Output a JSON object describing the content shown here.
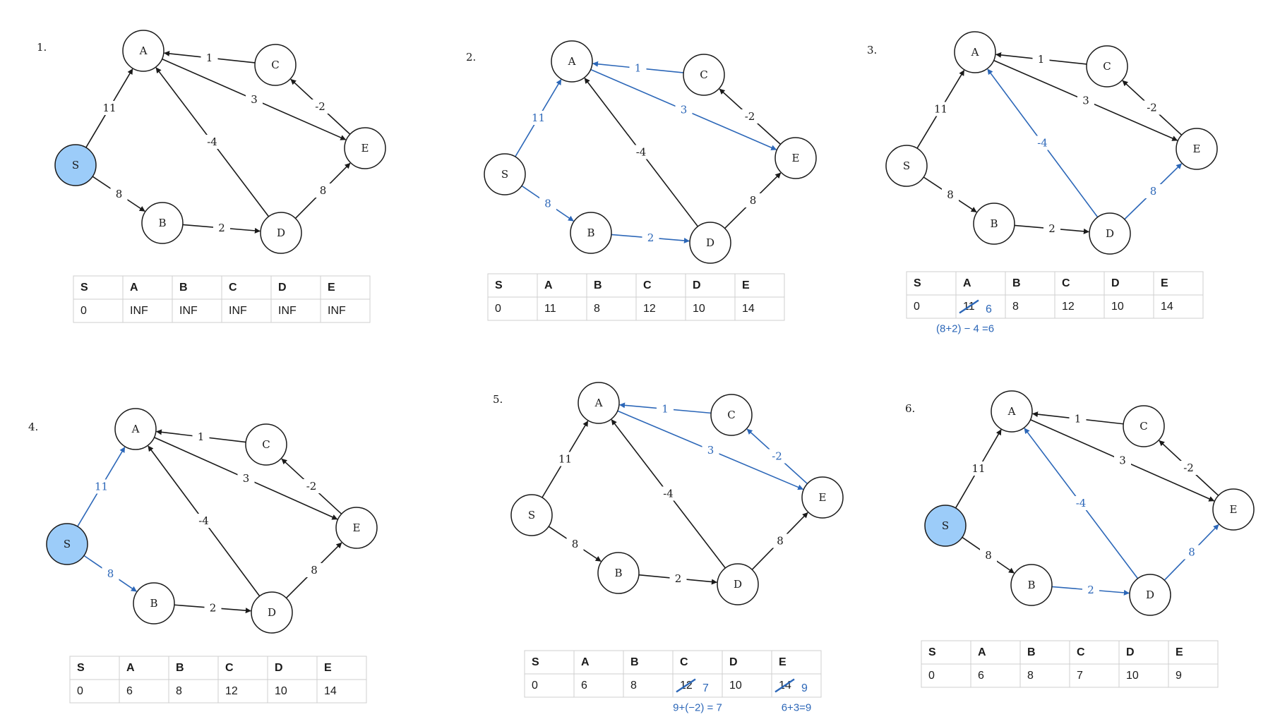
{
  "colors": {
    "black": "#1a1a1a",
    "blue": "#2c67b8",
    "node_fill": "#ffffff",
    "highlight": "#9cccf9",
    "grid": "#cfcfcf"
  },
  "panels": [
    {
      "number": "1.",
      "highlight_nodes": [
        "S"
      ],
      "blue_edges": [],
      "table": {
        "headers": [
          "S",
          "A",
          "B",
          "C",
          "D",
          "E"
        ],
        "values": [
          "0",
          "INF",
          "INF",
          "INF",
          "INF",
          "INF"
        ]
      },
      "strikes": [],
      "annotations": []
    },
    {
      "number": "2.",
      "highlight_nodes": [],
      "blue_edges": [
        "S-A",
        "S-B",
        "B-D",
        "C-A",
        "A-E"
      ],
      "table": {
        "headers": [
          "S",
          "A",
          "B",
          "C",
          "D",
          "E"
        ],
        "values": [
          "0",
          "11",
          "8",
          "12",
          "10",
          "14"
        ]
      },
      "strikes": [],
      "annotations": []
    },
    {
      "number": "3.",
      "highlight_nodes": [],
      "blue_edges": [
        "D-A",
        "D-E"
      ],
      "table": {
        "headers": [
          "S",
          "A",
          "B",
          "C",
          "D",
          "E"
        ],
        "values": [
          "0",
          "11",
          "8",
          "12",
          "10",
          "14"
        ]
      },
      "strikes": [
        {
          "col": 1,
          "new_value": "6"
        }
      ],
      "annotations": [
        {
          "text": "(8+2) − 4 =6",
          "col": 1,
          "align": "left"
        }
      ]
    },
    {
      "number": "4.",
      "highlight_nodes": [
        "S"
      ],
      "blue_edges": [
        "S-A",
        "S-B"
      ],
      "table": {
        "headers": [
          "S",
          "A",
          "B",
          "C",
          "D",
          "E"
        ],
        "values": [
          "0",
          "6",
          "8",
          "12",
          "10",
          "14"
        ]
      },
      "strikes": [],
      "annotations": []
    },
    {
      "number": "5.",
      "highlight_nodes": [],
      "blue_edges": [
        "C-A",
        "A-E",
        "E-C"
      ],
      "table": {
        "headers": [
          "S",
          "A",
          "B",
          "C",
          "D",
          "E"
        ],
        "values": [
          "0",
          "6",
          "8",
          "12",
          "10",
          "14"
        ]
      },
      "strikes": [
        {
          "col": 3,
          "new_value": "7"
        },
        {
          "col": 5,
          "new_value": "9"
        }
      ],
      "annotations": [
        {
          "text": "9+(−2) = 7",
          "col": 3,
          "align": "center"
        },
        {
          "text": "6+3=9",
          "col": 5,
          "align": "center"
        }
      ]
    },
    {
      "number": "6.",
      "highlight_nodes": [
        "S"
      ],
      "blue_edges": [
        "D-A",
        "B-D",
        "D-E"
      ],
      "table": {
        "headers": [
          "S",
          "A",
          "B",
          "C",
          "D",
          "E"
        ],
        "values": [
          "0",
          "6",
          "8",
          "7",
          "10",
          "9"
        ]
      },
      "strikes": [],
      "annotations": []
    }
  ],
  "graph": {
    "nodes": [
      "S",
      "A",
      "B",
      "C",
      "D",
      "E"
    ],
    "edges": [
      {
        "id": "S-A",
        "from": "S",
        "to": "A",
        "weight": "11"
      },
      {
        "id": "S-B",
        "from": "S",
        "to": "B",
        "weight": "8"
      },
      {
        "id": "B-D",
        "from": "B",
        "to": "D",
        "weight": "2"
      },
      {
        "id": "C-A",
        "from": "C",
        "to": "A",
        "weight": "1"
      },
      {
        "id": "A-E",
        "from": "A",
        "to": "E",
        "weight": "3"
      },
      {
        "id": "E-C",
        "from": "E",
        "to": "C",
        "weight": "-2"
      },
      {
        "id": "D-A",
        "from": "D",
        "to": "A",
        "weight": "-4"
      },
      {
        "id": "D-E",
        "from": "D",
        "to": "E",
        "weight": "8"
      }
    ]
  }
}
